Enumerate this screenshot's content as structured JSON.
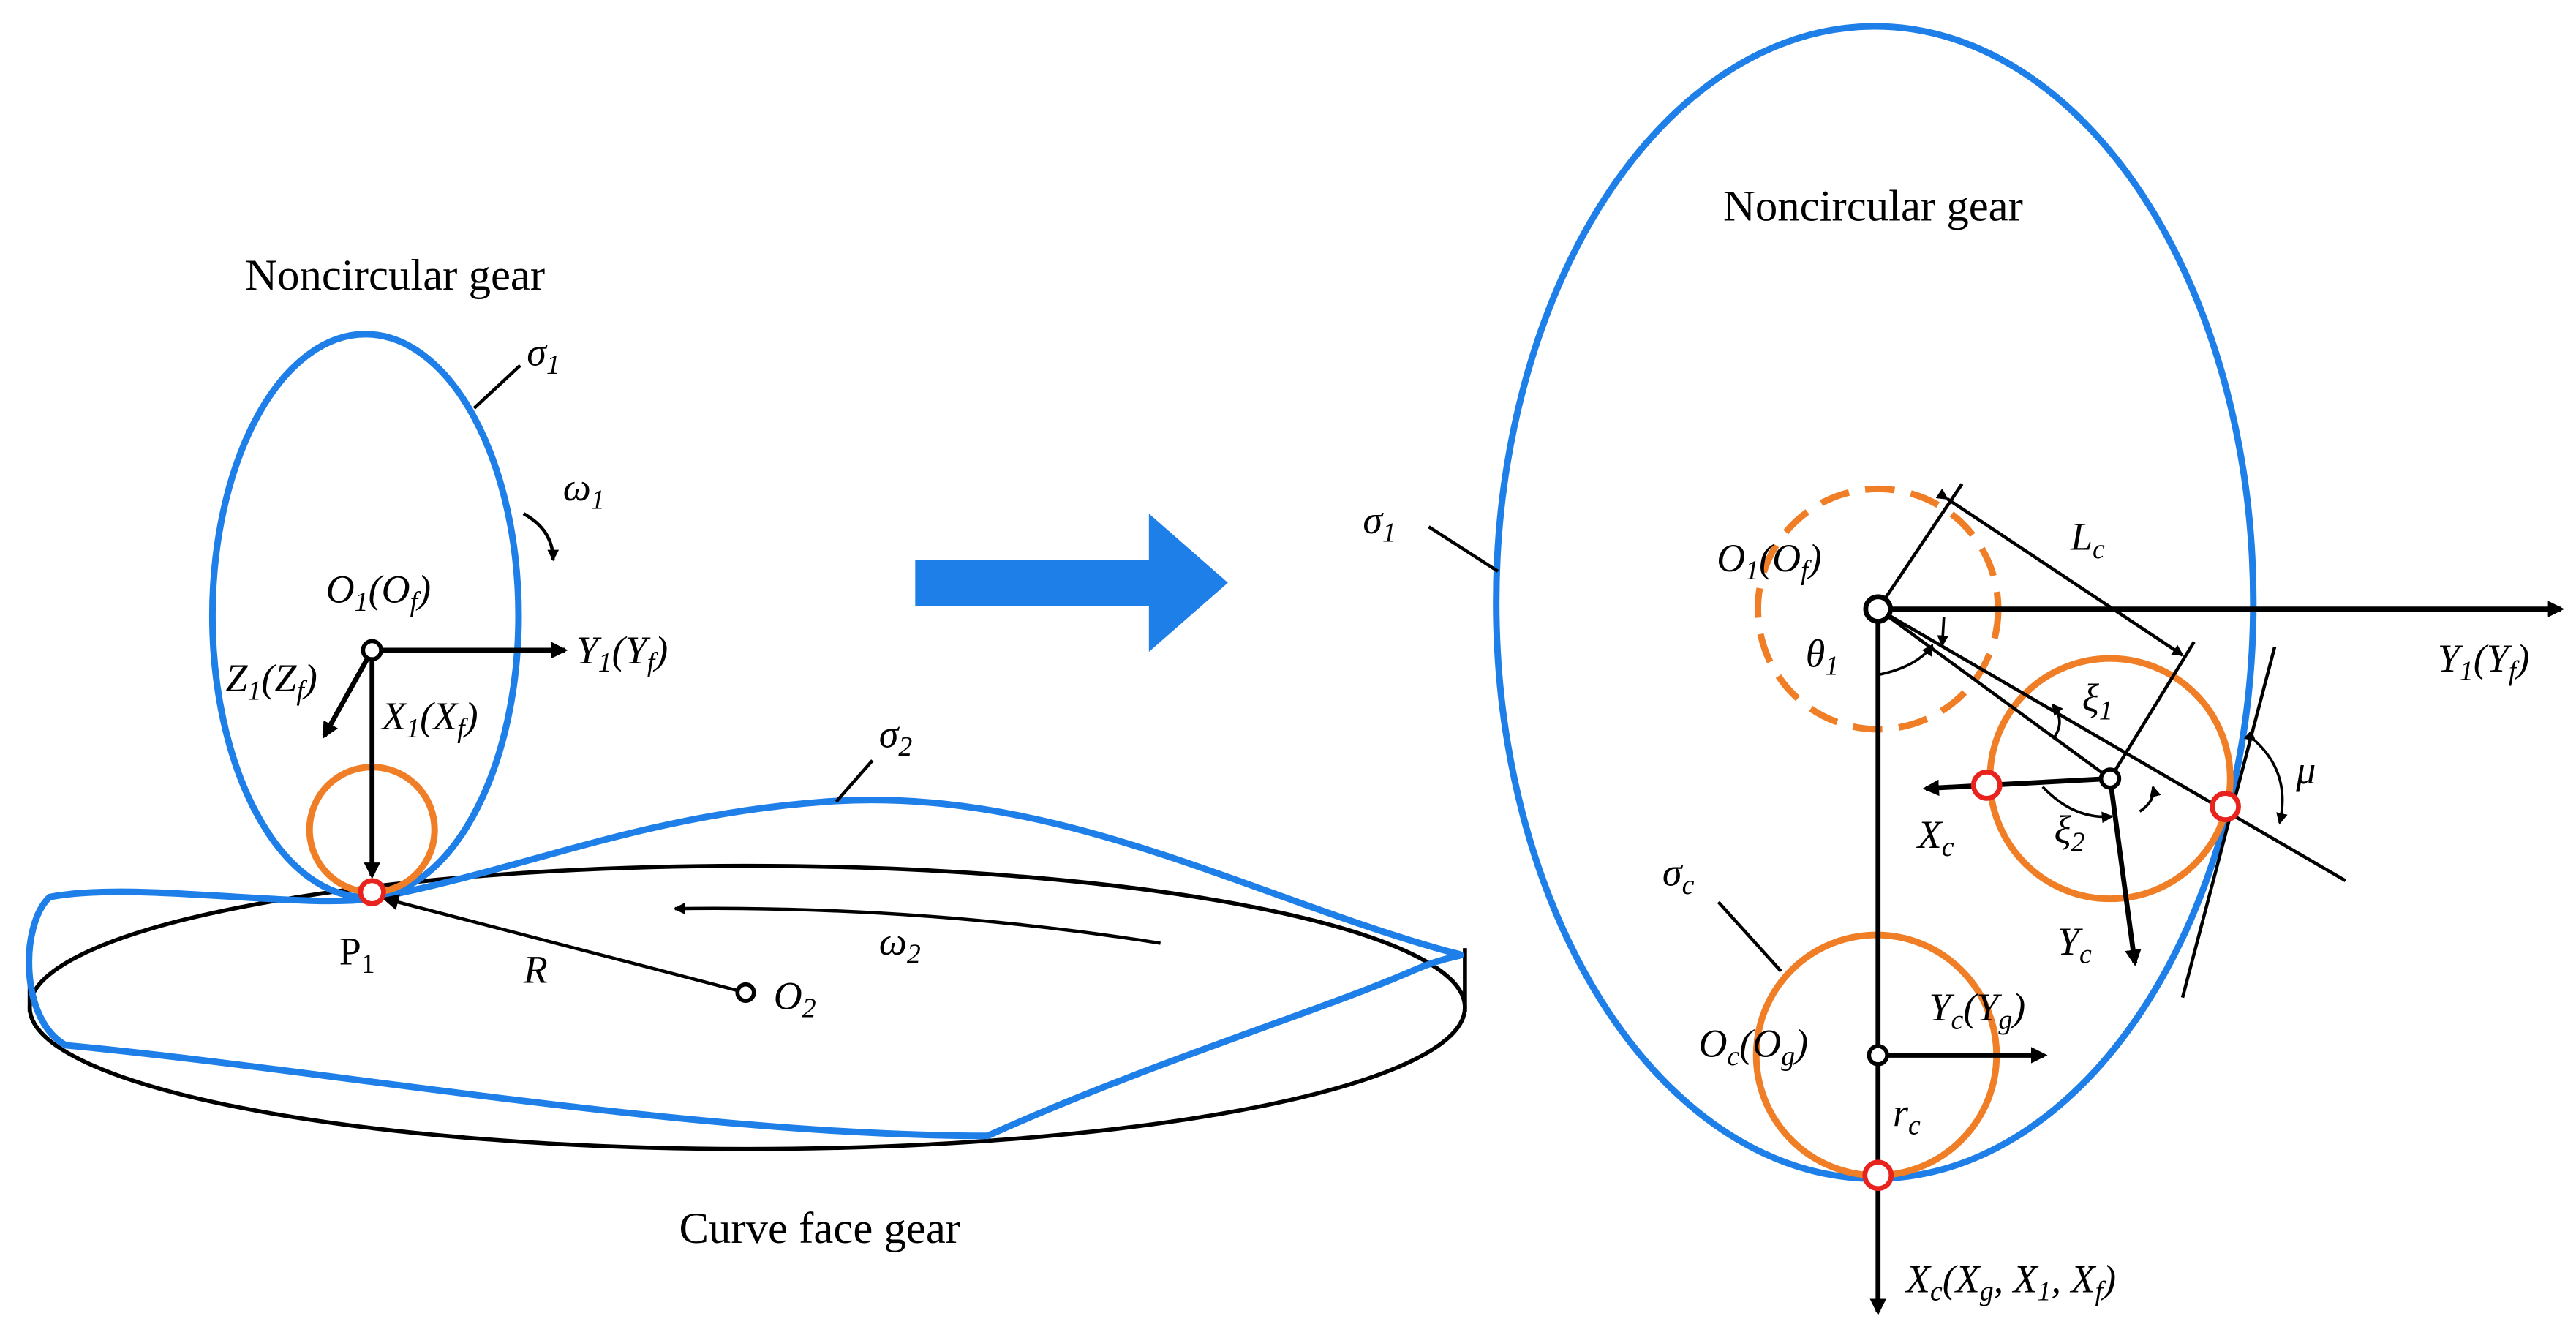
{
  "colors": {
    "gear_outline": "#1E7FE8",
    "pitch_circle": "#F07E26",
    "contact_point": "#E8231E",
    "ink": "#000000",
    "transition_arrow": "#1E7FE8"
  },
  "left_panel": {
    "title": "Noncircular gear",
    "bottom_title": "Curve face gear",
    "sigma1": {
      "sym": "σ",
      "sub": "1"
    },
    "sigma2": {
      "sym": "σ",
      "sub": "2"
    },
    "omega1": {
      "sym": "ω",
      "sub": "1"
    },
    "omega2": {
      "sym": "ω",
      "sub": "2"
    },
    "o1": {
      "sym": "O",
      "sub": "1",
      "paren_sym": "O",
      "paren_sub": "f"
    },
    "y1": {
      "sym": "Y",
      "sub": "1",
      "paren_sym": "Y",
      "paren_sub": "f"
    },
    "z1": {
      "sym": "Z",
      "sub": "1",
      "paren_sym": "Z",
      "paren_sub": "f"
    },
    "x1": {
      "sym": "X",
      "sub": "1",
      "paren_sym": "X",
      "paren_sub": "f"
    },
    "p1": {
      "sym": "P",
      "sub": "1"
    },
    "r": "R",
    "o2": {
      "sym": "O",
      "sub": "2"
    }
  },
  "right_panel": {
    "title": "Noncircular gear",
    "sigma1": {
      "sym": "σ",
      "sub": "1"
    },
    "sigmac": {
      "sym": "σ",
      "sub": "c"
    },
    "o1": {
      "sym": "O",
      "sub": "1",
      "paren_sym": "O",
      "paren_sub": "f"
    },
    "lc": {
      "sym": "L",
      "sub": "c"
    },
    "y1": {
      "sym": "Y",
      "sub": "1",
      "paren_sym": "Y",
      "paren_sub": "f"
    },
    "theta1": {
      "sym": "θ",
      "sub": "1"
    },
    "xi1": {
      "sym": "ξ",
      "sub": "1"
    },
    "xi2": {
      "sym": "ξ",
      "sub": "2"
    },
    "mu": "μ",
    "xc": {
      "sym": "X",
      "sub": "c"
    },
    "yc": {
      "sym": "Y",
      "sub": "c"
    },
    "oc": {
      "sym": "O",
      "sub": "c",
      "paren_sym": "O",
      "paren_sub": "g"
    },
    "ycg": {
      "sym": "Y",
      "sub": "c",
      "paren_sym": "Y",
      "paren_sub": "g"
    },
    "rc": {
      "sym": "r",
      "sub": "c"
    },
    "xcbottom": {
      "sym": "X",
      "sub": "c",
      "paren": [
        {
          "sym": "X",
          "sub": "g"
        },
        {
          "sym": "X",
          "sub": "1"
        },
        {
          "sym": "X",
          "sub": "f"
        }
      ]
    }
  }
}
